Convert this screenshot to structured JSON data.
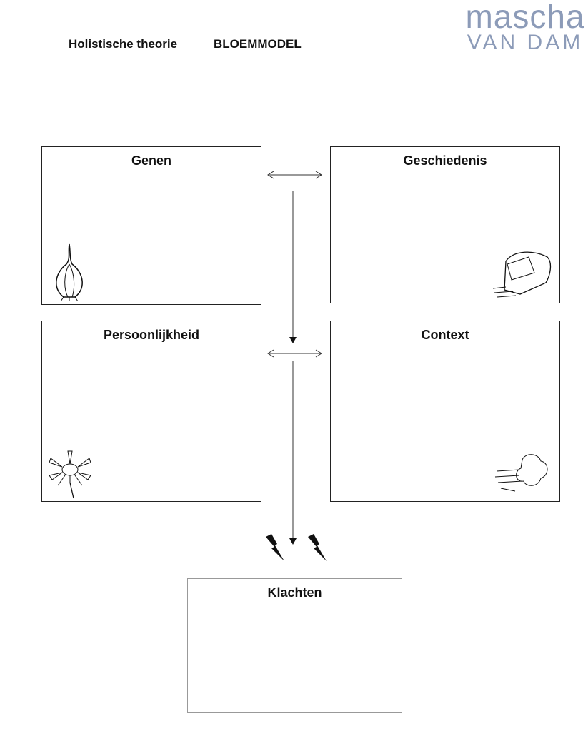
{
  "header": {
    "title": "Holistische theorie",
    "subtitle": "BLOEMMODEL"
  },
  "logo": {
    "line1": "mascha",
    "line2": "VAN DAM"
  },
  "boxes": {
    "genen": "Genen",
    "geschiedenis": "Geschiedenis",
    "persoonlijkheid": "Persoonlijkheid",
    "context": "Context",
    "klachten": "Klachten"
  },
  "colors": {
    "logo": "#8c9bb8",
    "line": "#222222"
  }
}
